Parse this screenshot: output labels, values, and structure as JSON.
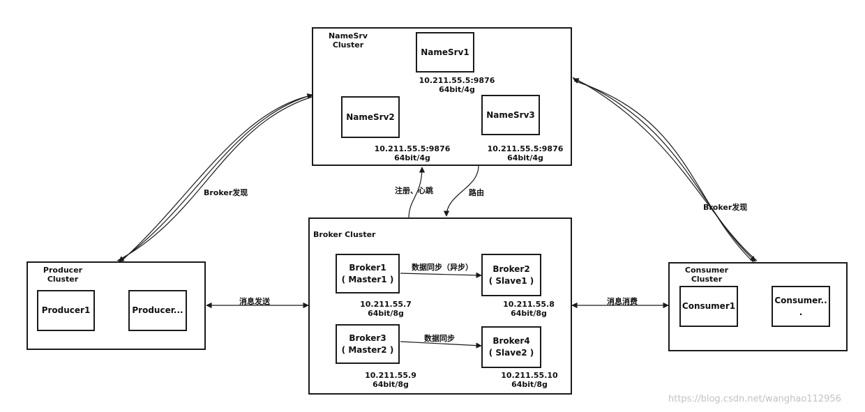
{
  "namesrv_cluster": {
    "title_line1": "NameSrv",
    "title_line2": "Cluster",
    "nodes": [
      {
        "name": "NameSrv1",
        "addr": "10.211.55.5:9876",
        "spec": "64bit/4g"
      },
      {
        "name": "NameSrv2",
        "addr": "10.211.55.5:9876",
        "spec": "64bit/4g"
      },
      {
        "name": "NameSrv3",
        "addr": "10.211.55.5:9876",
        "spec": "64bit/4g"
      }
    ]
  },
  "broker_cluster": {
    "title": "Broker Cluster",
    "nodes": [
      {
        "line1": "Broker1",
        "line2": "( Master1 )",
        "addr": "10.211.55.7",
        "spec": "64bit/8g"
      },
      {
        "line1": "Broker2",
        "line2": "( Slave1 )",
        "addr": "10.211.55.8",
        "spec": "64bit/8g"
      },
      {
        "line1": "Broker3",
        "line2": "( Master2 )",
        "addr": "10.211.55.9",
        "spec": "64bit/8g"
      },
      {
        "line1": "Broker4",
        "line2": "( Slave2 )",
        "addr": "10.211.55.10",
        "spec": "64bit/8g"
      }
    ],
    "sync_async_label": "数据同步（异步）",
    "sync_label": "数据同步"
  },
  "producer_cluster": {
    "title_line1": "Producer",
    "title_line2": "Cluster",
    "nodes": [
      "Producer1",
      "Producer..."
    ]
  },
  "consumer_cluster": {
    "title_line1": "Consumer",
    "title_line2": "Cluster",
    "node1": "Consumer1",
    "node2_line1": "Consumer..",
    "node2_line2": "."
  },
  "edges": {
    "register_heartbeat": "注册、心跳",
    "routing": "路由",
    "producer_broker_discovery": "Broker发现",
    "consumer_broker_discovery": "Broker发现",
    "send_message": "消息发送",
    "consume_message": "消息消费"
  },
  "watermark": "https://blog.csdn.net/wanghao112956",
  "colors": {
    "line": "#1a1a1a",
    "watermark": "#c2c2c2",
    "background": "#ffffff"
  }
}
